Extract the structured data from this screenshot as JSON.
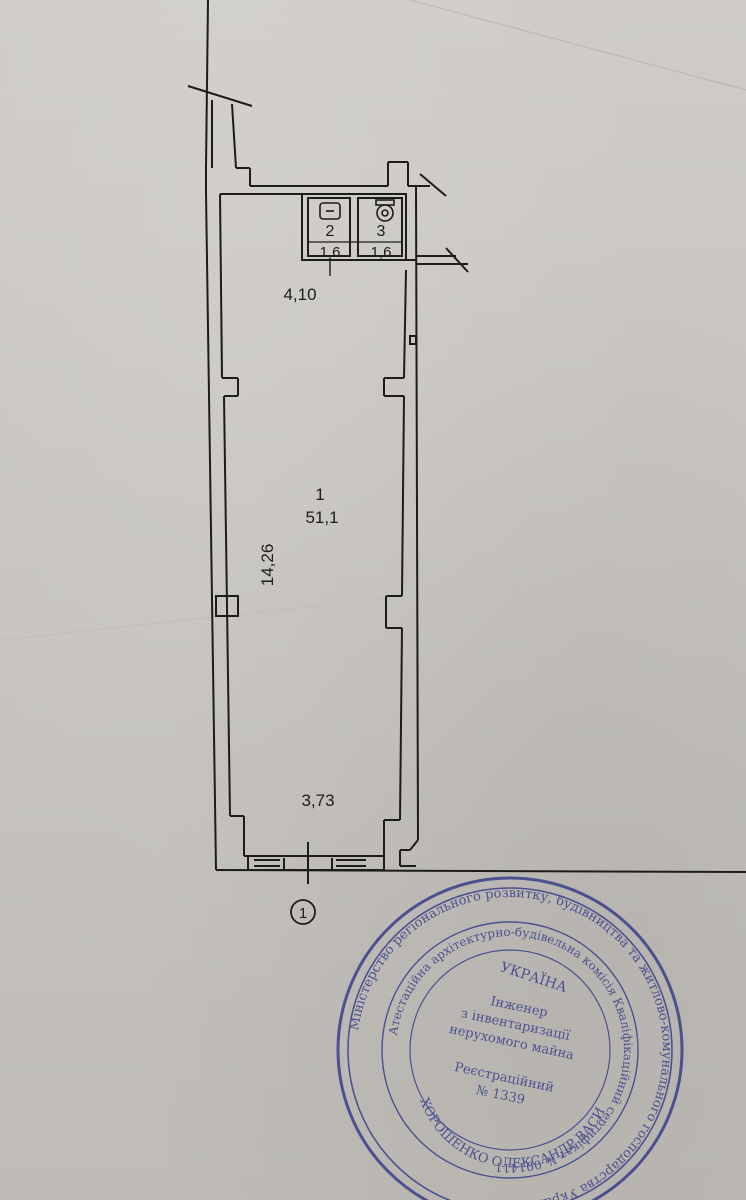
{
  "rooms": [
    {
      "number": "1",
      "area": "51,1"
    },
    {
      "number": "2",
      "area": "1,6"
    },
    {
      "number": "3",
      "area": "1,6"
    }
  ],
  "dimensions": {
    "top_width": "4,10",
    "length": "14,26",
    "bottom_width": "3,73"
  },
  "entrance_marker": "1",
  "stamp": {
    "outer_text": "Міністерство регіонального розвитку, будівництва та житлово-комунального господарства України",
    "inner_text": "Атестаційна архітектурно-будівельна комісія Кваліфікаційний сертифікат № 001411",
    "name_text": "ХОРОШЕНКО ОЛЕКСАНДР ВАСИЛЬОВИЧ",
    "country": "УКРАЇНА",
    "center_lines": [
      "Інженер",
      "з інвентаризації",
      "нерухомого майна",
      "Реєстраційний",
      "№ 1339"
    ]
  },
  "colors": {
    "paper": "#c9c6c1",
    "ink": "#1c1c1c",
    "stamp": "#3a3f8a"
  }
}
